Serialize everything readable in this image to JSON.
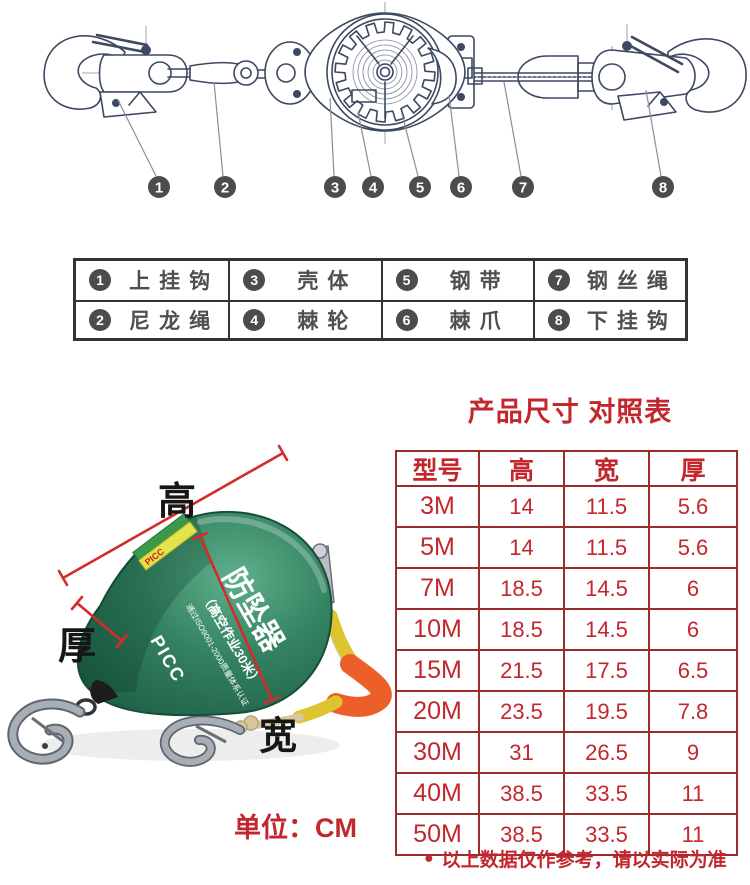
{
  "diagram": {
    "callouts": [
      "1",
      "2",
      "3",
      "4",
      "5",
      "6",
      "7",
      "8"
    ]
  },
  "parts_table": {
    "cells": [
      {
        "num": "1",
        "label": "上挂钩"
      },
      {
        "num": "3",
        "label": "壳体"
      },
      {
        "num": "5",
        "label": "钢带"
      },
      {
        "num": "7",
        "label": "钢丝绳"
      },
      {
        "num": "2",
        "label": "尼龙绳"
      },
      {
        "num": "4",
        "label": "棘轮"
      },
      {
        "num": "6",
        "label": "棘爪"
      },
      {
        "num": "8",
        "label": "下挂钩"
      }
    ]
  },
  "size_table": {
    "title": "产品尺寸 对照表",
    "headers": [
      "型号",
      "高",
      "宽",
      "厚"
    ],
    "rows": [
      [
        "3M",
        "14",
        "11.5",
        "5.6"
      ],
      [
        "5M",
        "14",
        "11.5",
        "5.6"
      ],
      [
        "7M",
        "18.5",
        "14.5",
        "6"
      ],
      [
        "10M",
        "18.5",
        "14.5",
        "6"
      ],
      [
        "15M",
        "21.5",
        "17.5",
        "6.5"
      ],
      [
        "20M",
        "23.5",
        "19.5",
        "7.8"
      ],
      [
        "30M",
        "31",
        "26.5",
        "9"
      ],
      [
        "40M",
        "38.5",
        "33.5",
        "11"
      ],
      [
        "50M",
        "38.5",
        "33.5",
        "11"
      ]
    ],
    "note_bullet": "●",
    "note": "以上数据仅作参考，请以实际为准"
  },
  "photo": {
    "dim_labels": {
      "height": "高",
      "thickness": "厚",
      "width": "宽"
    },
    "unit": "单位：CM",
    "device": {
      "name": "防坠器",
      "subtitle": "（高空作业30米）",
      "cert": "通过ISO9001-2000质量体系认证",
      "brand": "PICC",
      "sticker": "PICC"
    }
  },
  "colors": {
    "accent_red": "#c2272d",
    "red_border": "#9b2c2c",
    "ink": "#3c4960",
    "badge": "#4c4c4c",
    "green": "#2e7f5f",
    "yellow": "#ddc52e",
    "orange": "#ec5f28"
  }
}
